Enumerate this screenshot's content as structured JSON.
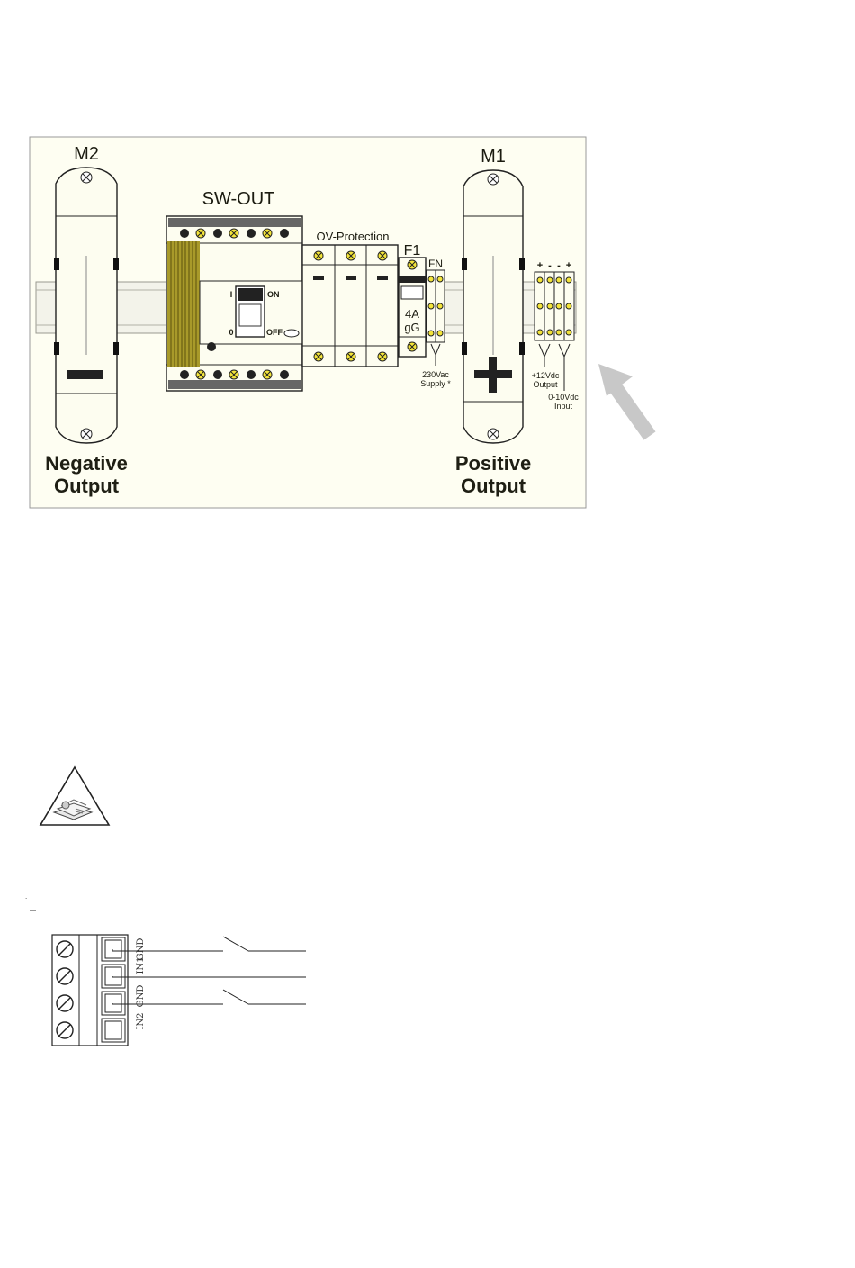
{
  "diagram": {
    "modules": {
      "m2": {
        "label": "M2",
        "sign": "−",
        "caption_line1": "Negative",
        "caption_line2": "Output"
      },
      "m1": {
        "label": "M1",
        "sign": "+",
        "caption_line1": "Positive",
        "caption_line2": "Output"
      }
    },
    "switch": {
      "title": "SW-OUT",
      "on": "ON",
      "off": "OFF",
      "pos1": "I",
      "pos0": "0"
    },
    "ovp": {
      "title": "OV-Protection",
      "signs": [
        "−",
        "−",
        "−"
      ]
    },
    "fuse": {
      "title": "F1",
      "rating_line1": "4A",
      "rating_line2": "gG"
    },
    "supply": {
      "terminals": "FN",
      "label_line1": "230Vac",
      "label_line2": "Supply *"
    },
    "control": {
      "terminal_signs": [
        "+",
        "-",
        "-",
        "+"
      ],
      "out_line1": "+12Vdc",
      "out_line2": "Output",
      "in_line1": "0-10Vdc",
      "in_line2": "Input"
    },
    "colors": {
      "panel_bg": "#fefef2",
      "module_fill": "#fdfdf0",
      "screw": "#f3e43a",
      "arrow": "#c8c8c8",
      "busbar": "#a89a2a"
    }
  },
  "terminal_block": {
    "labels": [
      "GND",
      "IN1",
      "GND",
      "IN2"
    ]
  }
}
